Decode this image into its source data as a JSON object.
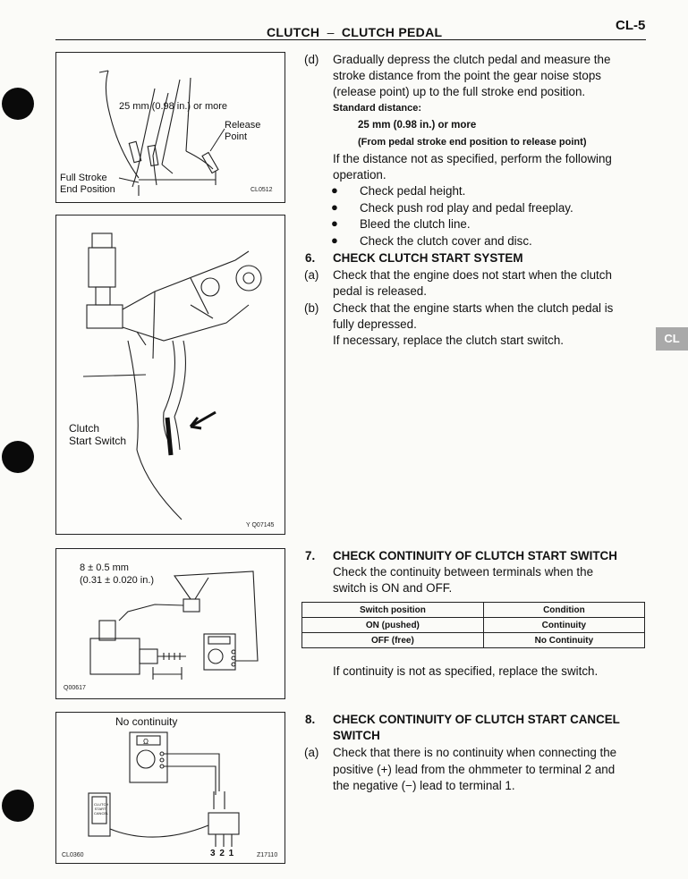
{
  "header": {
    "title": "CLUTCH",
    "dash": "–",
    "subtitle": "CLUTCH PEDAL",
    "page": "CL-5"
  },
  "side_tab": "CL",
  "figures": {
    "fig1": {
      "code": "CL0512",
      "distance_label": "25 mm (0.98 in.) or more",
      "release_label_1": "Release",
      "release_label_2": "Point",
      "full_stroke_1": "Full Stroke",
      "full_stroke_2": "End Position"
    },
    "fig2": {
      "code": "Y  Q07145",
      "switch_label_1": "Clutch",
      "switch_label_2": "Start Switch"
    },
    "fig3": {
      "code": "Q00617",
      "dim_1": "8 ± 0.5 mm",
      "dim_2": "(0.31 ± 0.020 in.)"
    },
    "fig4": {
      "code_left": "CL0360",
      "code_right": "Z17110",
      "no_cont": "No continuity",
      "meter_symbol": "Ω",
      "switch_text": "CLUTCH START CANCEL",
      "terminals": "3 2 1"
    }
  },
  "step_d": {
    "marker": "(d)",
    "lines": [
      "Gradually depress the clutch pedal and measure the",
      "stroke distance from the point the gear noise stops",
      "(release point) up to the full stroke end position."
    ],
    "std_label": "Standard distance:",
    "std_value": "25 mm (0.98 in.) or more",
    "std_note": "(From pedal stroke end position to release point)",
    "if_lines": [
      "If the distance not as specified, perform the following",
      "operation."
    ],
    "bullets": [
      "Check pedal height.",
      "Check push rod play and pedal freeplay.",
      "Bleed the clutch line.",
      "Check the clutch cover and disc."
    ]
  },
  "section6": {
    "number": "6.",
    "title": "CHECK CLUTCH START SYSTEM",
    "a_marker": "(a)",
    "a_lines": [
      "Check that the engine does not start when the clutch",
      "pedal is released."
    ],
    "b_marker": "(b)",
    "b_lines": [
      "Check that the engine starts when the clutch pedal is",
      "fully depressed.",
      "If necessary, replace the clutch start switch."
    ]
  },
  "section7": {
    "number": "7.",
    "title": "CHECK CONTINUITY OF CLUTCH START SWITCH",
    "lines": [
      "Check the continuity between terminals when the",
      "switch is ON and OFF."
    ],
    "table": {
      "headers": [
        "Switch position",
        "Condition"
      ],
      "rows": [
        [
          "ON (pushed)",
          "Continuity"
        ],
        [
          "OFF (free)",
          "No Continuity"
        ]
      ]
    },
    "after": "If continuity is not as specified, replace the switch."
  },
  "section8": {
    "number": "8.",
    "title_1": "CHECK CONTINUITY OF CLUTCH START CANCEL",
    "title_2": "SWITCH",
    "a_marker": "(a)",
    "a_lines": [
      "Check that there is no continuity when connecting the",
      "positive (+) lead from the ohmmeter to terminal 2 and",
      "the negative (−) lead to terminal 1."
    ]
  }
}
